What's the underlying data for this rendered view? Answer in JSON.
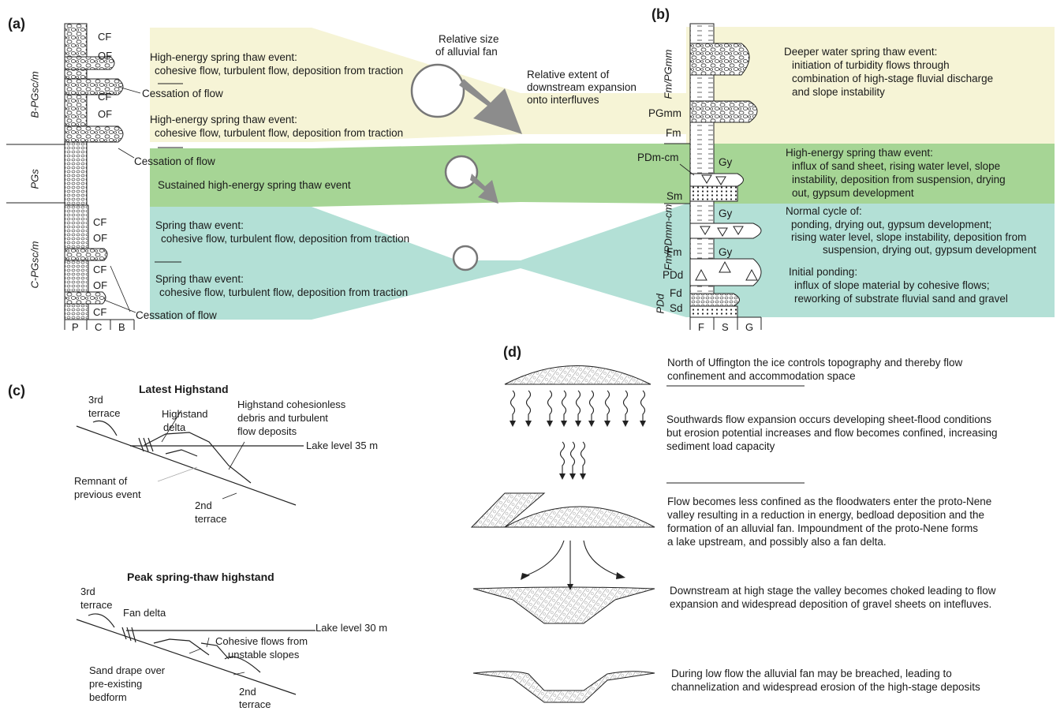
{
  "panel_a": {
    "label": "(a)",
    "unit_labels": [
      "B-PGsc/m",
      "PGs",
      "C-PGsc/m"
    ],
    "codes": [
      "CF",
      "OF",
      "CF",
      "OF",
      "CF",
      "OF",
      "CF",
      "OF",
      "CF"
    ],
    "axis": [
      "P",
      "C",
      "B"
    ],
    "events": [
      {
        "title": "High-energy spring thaw event:",
        "detail": "cohesive flow,  turbulent flow,  deposition from traction"
      },
      {
        "title": "High-energy spring thaw event:",
        "detail": "cohesive flow,  turbulent flow,  deposition from traction"
      },
      {
        "title": "Sustained high-energy spring thaw event",
        "detail": ""
      },
      {
        "title": "Spring thaw event:",
        "detail": "cohesive flow,  turbulent flow,  deposition from traction"
      },
      {
        "title": "Spring thaw event:",
        "detail": "cohesive flow,  turbulent flow,  deposition from traction"
      }
    ],
    "cessation": "Cessation of flow",
    "fan_size": [
      "Relative size",
      "of alluvial fan"
    ],
    "extent": [
      "Relative extent of",
      "downstream expansion",
      "onto interfluves"
    ]
  },
  "panel_b": {
    "label": "(b)",
    "unit_labels": [
      "Fm/PGmm",
      "Fm/PDmm-cm",
      "PDd"
    ],
    "codes": {
      "pgmm": "PGmm",
      "fm1": "Fm",
      "pdmcm": "PDm-cm",
      "sm": "Sm",
      "fm2": "Fm",
      "pdd": "PDd",
      "fd": "Fd",
      "sd": "Sd",
      "gy1": "Gy",
      "gy2": "Gy",
      "gy3": "Gy"
    },
    "axis": [
      "F",
      "S",
      "G"
    ],
    "descriptions": [
      {
        "title": "Deeper water spring thaw event:",
        "lines": [
          "initiation of turbidity flows through",
          "combination of high-stage fluvial discharge",
          "and slope instability"
        ]
      },
      {
        "title": "High-energy spring thaw event:",
        "lines": [
          "influx of sand sheet, rising water level, slope",
          "instability, deposition from suspension, drying",
          "out, gypsum development"
        ]
      },
      {
        "title": "Normal cycle of:",
        "lines": [
          "ponding, drying out, gypsum development;",
          "rising water level, slope instability, deposition from",
          "suspension, drying out, gypsum development"
        ]
      },
      {
        "title": "Initial ponding:",
        "lines": [
          "influx of slope material by cohesive flows;",
          "reworking of substrate fluvial sand and gravel"
        ]
      }
    ]
  },
  "panel_c": {
    "label": "(c)",
    "top": {
      "title": "Latest Highstand",
      "third_terrace": [
        "3rd",
        "terrace"
      ],
      "delta": [
        "Highstand",
        "delta"
      ],
      "deposits": [
        "Highstand cohesionless",
        "debris and turbulent",
        "flow deposits"
      ],
      "lake": "Lake level 35 m",
      "remnant": [
        "Remnant of",
        "previous event"
      ],
      "second_terrace": [
        "2nd",
        "terrace"
      ]
    },
    "bottom": {
      "title": "Peak spring-thaw highstand",
      "third_terrace": [
        "3rd",
        "terrace"
      ],
      "fan_delta": "Fan delta",
      "lake": "Lake level 30 m",
      "cohesive": [
        "Cohesive flows from",
        "unstable slopes"
      ],
      "drape": [
        "Sand drape over",
        "pre-existing",
        "bedform"
      ],
      "second_terrace": [
        "2nd",
        "terrace"
      ]
    }
  },
  "panel_d": {
    "label": "(d)",
    "steps": [
      [
        "North of Uffington the ice controls topography and thereby flow",
        "confinement and accommodation space"
      ],
      [
        "Southwards flow expansion occurs developing sheet-flood conditions",
        "but erosion potential  increases and flow becomes confined, increasing",
        "sediment load capacity"
      ],
      [
        "Flow becomes less confined as the floodwaters enter the proto-Nene",
        "valley resulting in a reduction in energy, bedload deposition and the",
        "formation of an alluvial fan.  Impoundment of the proto-Nene forms",
        "a lake upstream, and possibly also a fan delta."
      ],
      [
        "Downstream at high stage the valley becomes choked leading to flow",
        "expansion and widespread deposition of gravel sheets on intefluves."
      ],
      [
        "During low flow the alluvial fan may be breached, leading to",
        "channelization and widespread erosion of the high-stage deposits"
      ]
    ]
  },
  "colors": {
    "yellow_band": "#f6f4d6",
    "green_band": "#9cd08a",
    "teal_band": "#b3e0d6",
    "arrow": "#8c8c8c"
  }
}
